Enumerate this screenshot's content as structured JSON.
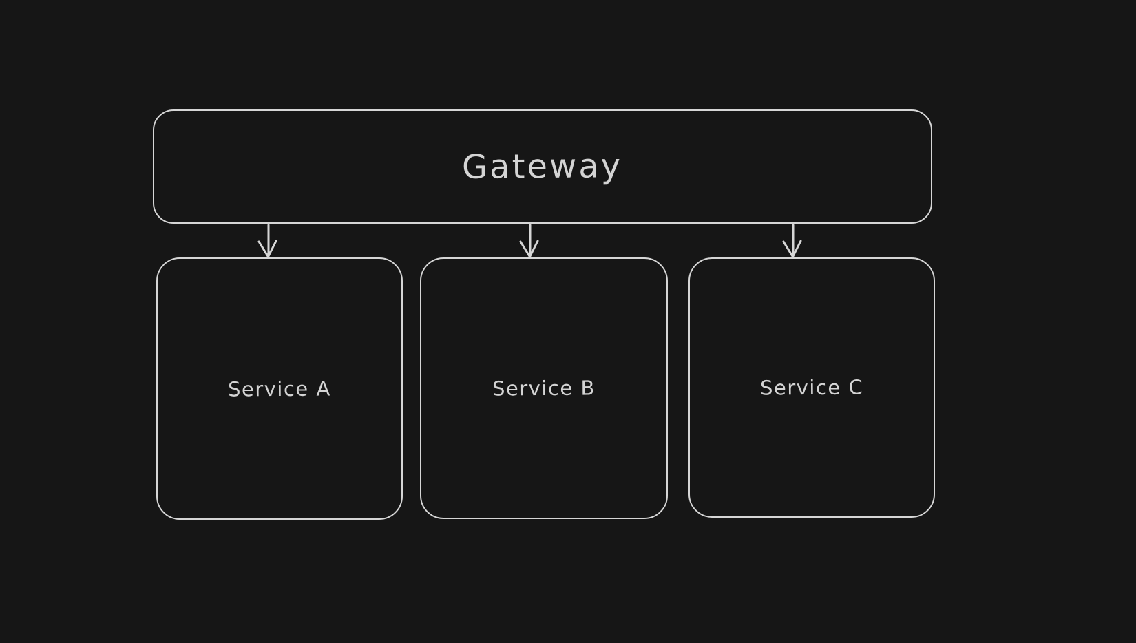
{
  "diagram": {
    "background_color": "#161616",
    "stroke_color": "#d6d6d6",
    "text_color": "#d4d4d4",
    "style": "hand-drawn",
    "nodes": [
      {
        "id": "gateway",
        "label": "Gateway",
        "shape": "rounded-rectangle"
      },
      {
        "id": "service-a",
        "label": "Service A",
        "shape": "rounded-rectangle"
      },
      {
        "id": "service-b",
        "label": "Service B",
        "shape": "rounded-rectangle"
      },
      {
        "id": "service-c",
        "label": "Service C",
        "shape": "rounded-rectangle"
      }
    ],
    "edges": [
      {
        "from": "Gateway",
        "to": "Service A",
        "type": "arrow",
        "direction": "down"
      },
      {
        "from": "Gateway",
        "to": "Service B",
        "type": "arrow",
        "direction": "down"
      },
      {
        "from": "Gateway",
        "to": "Service C",
        "type": "arrow",
        "direction": "down"
      }
    ]
  }
}
